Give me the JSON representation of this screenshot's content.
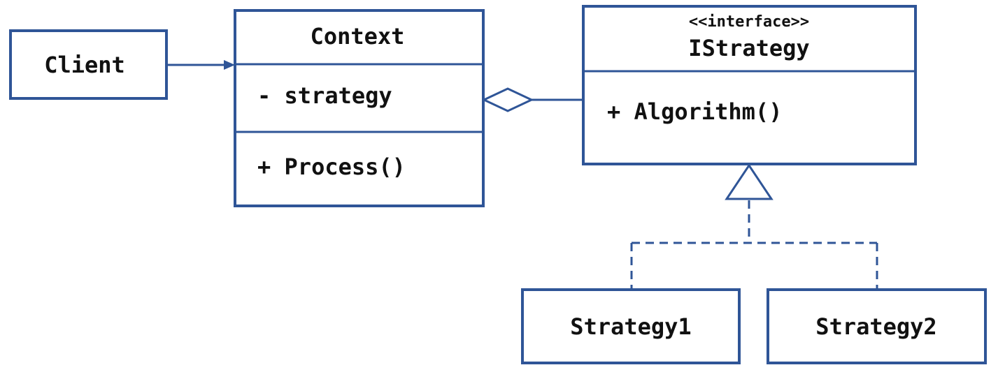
{
  "diagram": {
    "client": {
      "name": "Client"
    },
    "context": {
      "name": "Context",
      "attribute": "- strategy",
      "operation": "+ Process()"
    },
    "istrategy": {
      "stereotype": "<<interface>>",
      "name": "IStrategy",
      "operation": "+ Algorithm()"
    },
    "strategy1": {
      "name": "Strategy1"
    },
    "strategy2": {
      "name": "Strategy2"
    },
    "colors": {
      "border": "#2f5597",
      "text": "#111111",
      "background": "#ffffff"
    }
  }
}
